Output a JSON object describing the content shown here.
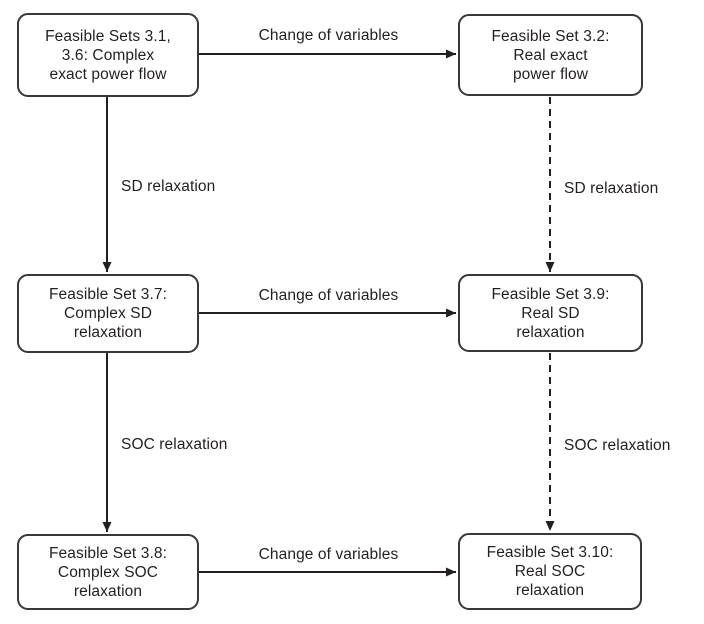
{
  "colors": {
    "ink": "#231f20",
    "box_border": "#383838",
    "box_fill": "#ffffff",
    "background": "#ffffff"
  },
  "diagram": {
    "nodes": {
      "complex_exact": {
        "label": "Feasible Sets 3.1,\n3.6: Complex\nexact power flow"
      },
      "real_exact": {
        "label": "Feasible Set 3.2:\nReal exact\npower flow"
      },
      "complex_sd": {
        "label": "Feasible Set 3.7:\nComplex SD\nrelaxation"
      },
      "real_sd": {
        "label": "Feasible Set 3.9:\nReal SD\nrelaxation"
      },
      "complex_soc": {
        "label": "Feasible Set 3.8:\nComplex SOC\nrelaxation"
      },
      "real_soc": {
        "label": "Feasible Set 3.10:\nReal SOC\nrelaxation"
      }
    },
    "edges": {
      "top_change": {
        "label": "Change of variables",
        "style": "solid",
        "from": "complex_exact",
        "to": "real_exact"
      },
      "mid_change": {
        "label": "Change of variables",
        "style": "solid",
        "from": "complex_sd",
        "to": "real_sd"
      },
      "bottom_change": {
        "label": "Change of variables",
        "style": "solid",
        "from": "complex_soc",
        "to": "real_soc"
      },
      "left_sd": {
        "label": "SD relaxation",
        "style": "solid",
        "from": "complex_exact",
        "to": "complex_sd"
      },
      "left_soc": {
        "label": "SOC relaxation",
        "style": "solid",
        "from": "complex_sd",
        "to": "complex_soc"
      },
      "right_sd": {
        "label": "SD relaxation",
        "style": "dashed",
        "from": "real_exact",
        "to": "real_sd"
      },
      "right_soc": {
        "label": "SOC relaxation",
        "style": "dashed",
        "from": "real_sd",
        "to": "real_soc"
      }
    }
  }
}
